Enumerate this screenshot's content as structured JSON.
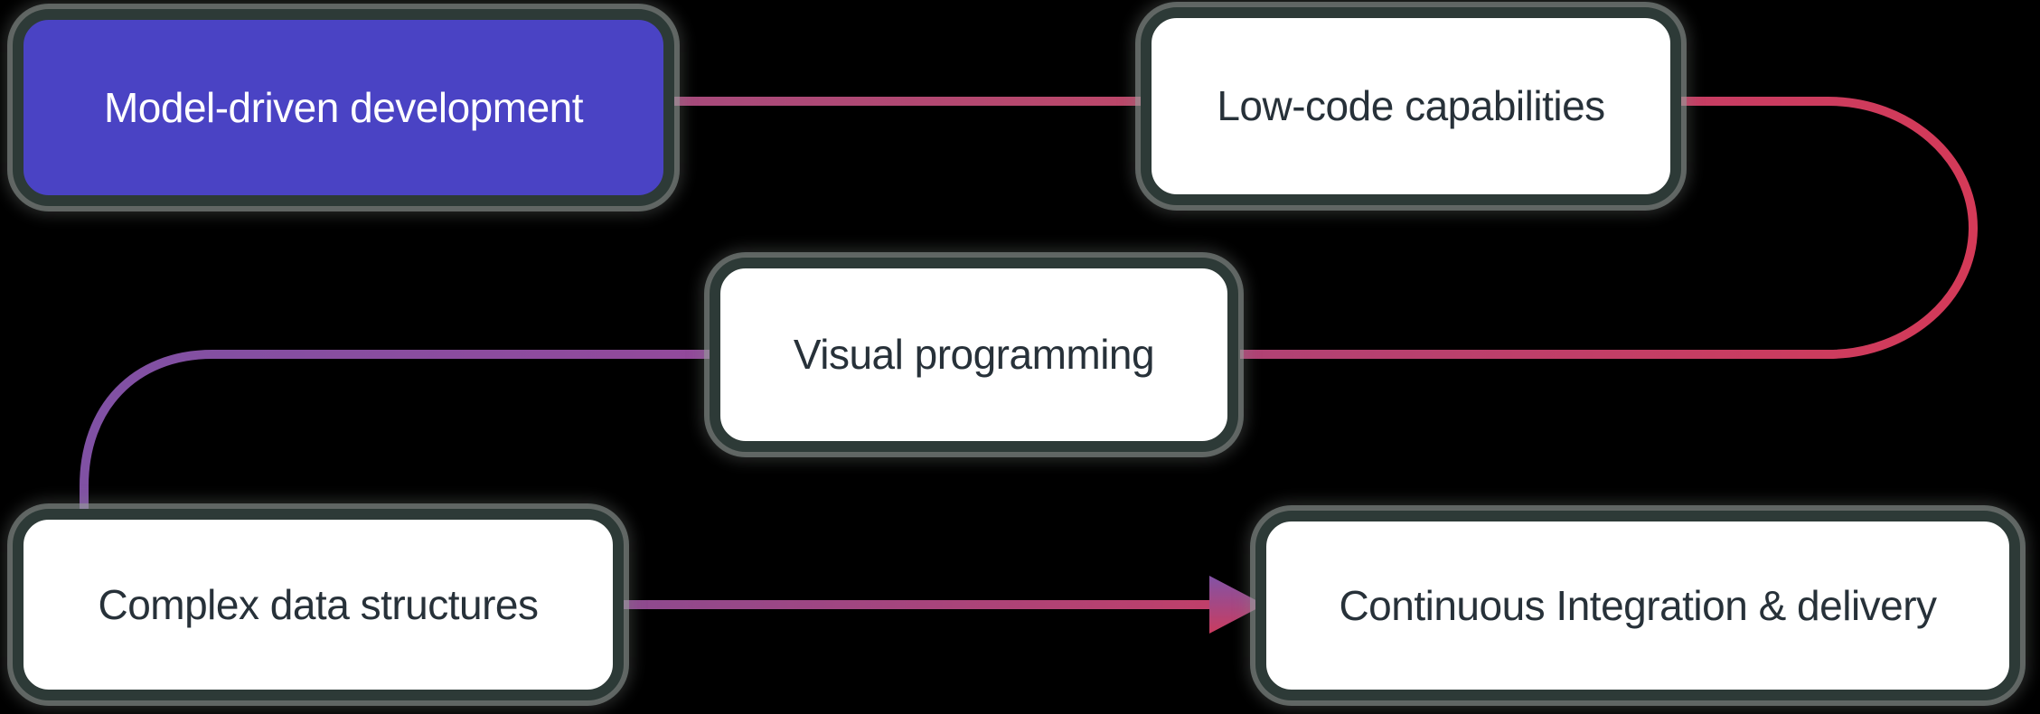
{
  "canvas": {
    "background": "#000000"
  },
  "style": {
    "node_border": "#2d3a37",
    "node_halo": "#98a19c",
    "default_fill": "#ffffff",
    "default_text": "#273139"
  },
  "nodes": [
    {
      "id": "model-driven-development",
      "label": "Model-driven development",
      "variant": "primary",
      "fill": "#4a43c4",
      "text_color": "#ffffff"
    },
    {
      "id": "low-code-capabilities",
      "label": "Low-code capabilities",
      "variant": "default",
      "fill": "#ffffff",
      "text_color": "#273139"
    },
    {
      "id": "visual-programming",
      "label": "Visual programming",
      "variant": "default",
      "fill": "#ffffff",
      "text_color": "#273139"
    },
    {
      "id": "complex-data-structures",
      "label": "Complex data structures",
      "variant": "default",
      "fill": "#ffffff",
      "text_color": "#273139"
    },
    {
      "id": "continuous-integration-delivery",
      "label": "Continuous Integration & delivery",
      "variant": "default",
      "fill": "#ffffff",
      "text_color": "#273139"
    }
  ],
  "edges": [
    {
      "id": "model-to-lowcode",
      "from": "Model-driven development",
      "to": "Low-code capabilities",
      "arrow": false,
      "color_start": "#a64a7c",
      "color_end": "#bc4769"
    },
    {
      "id": "lowcode-to-visual",
      "from": "Low-code capabilities",
      "to": "Visual programming",
      "arrow": false,
      "color_start": "#b04275",
      "color_end": "#d43a58"
    },
    {
      "id": "visual-to-complex",
      "from": "Visual programming",
      "to": "Complex data structures",
      "arrow": false,
      "color_start": "#93499b",
      "color_end": "#8051a4"
    },
    {
      "id": "complex-to-ci",
      "from": "Complex data structures",
      "to": "Continuous Integration & delivery",
      "arrow": true,
      "color_start": "#8d4a90",
      "color_end": "#c43e66",
      "arrow_color_top": "#8253a6",
      "arrow_color_bottom": "#ca3c5f"
    }
  ]
}
